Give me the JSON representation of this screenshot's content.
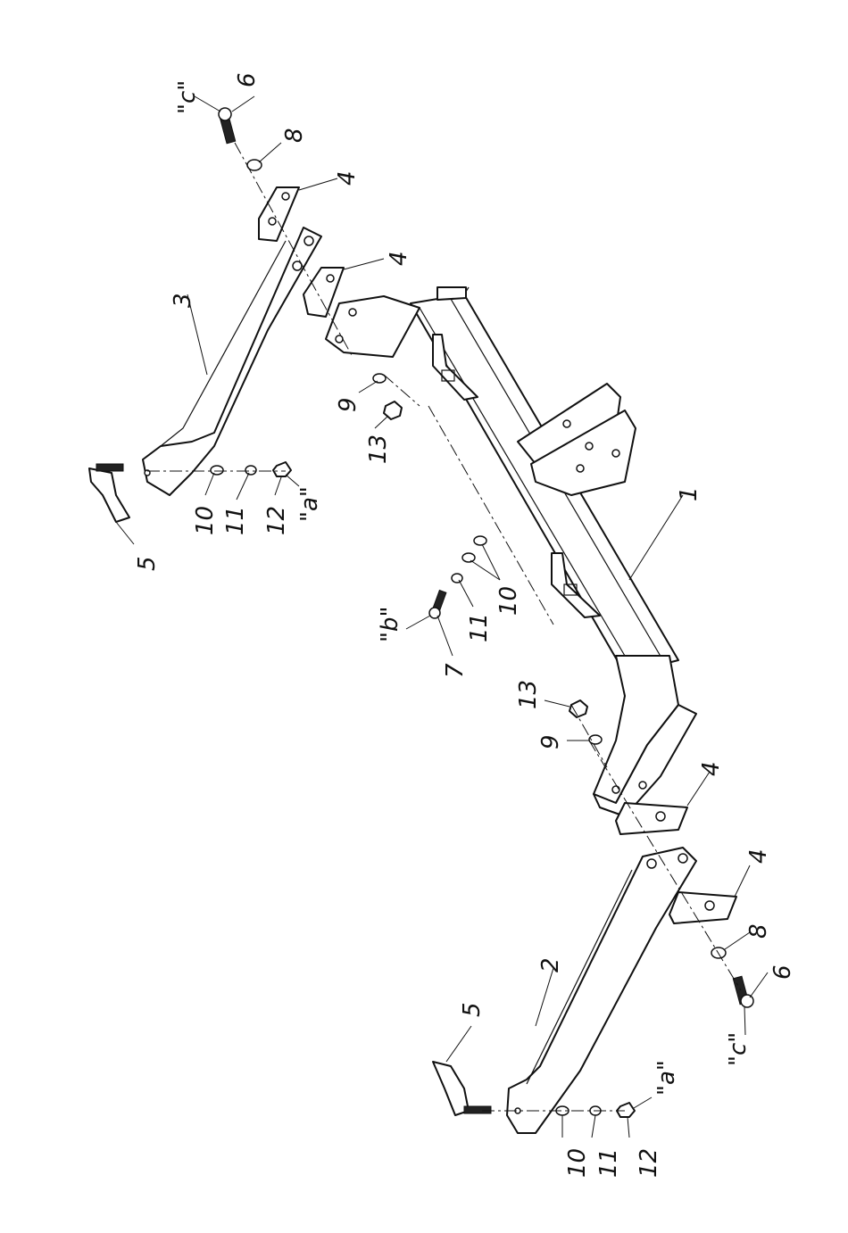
{
  "diagram": {
    "labels": {
      "part_1": "1",
      "part_2": "2",
      "part_3": "3",
      "part_4": "4",
      "part_5": "5",
      "part_6": "6",
      "part_7": "7",
      "part_8": "8",
      "part_9": "9",
      "part_10": "10",
      "part_11": "11",
      "part_12": "12",
      "part_13": "13",
      "torque_a": "\"a\"",
      "torque_b": "\"b\"",
      "torque_c": "\"c\""
    }
  }
}
